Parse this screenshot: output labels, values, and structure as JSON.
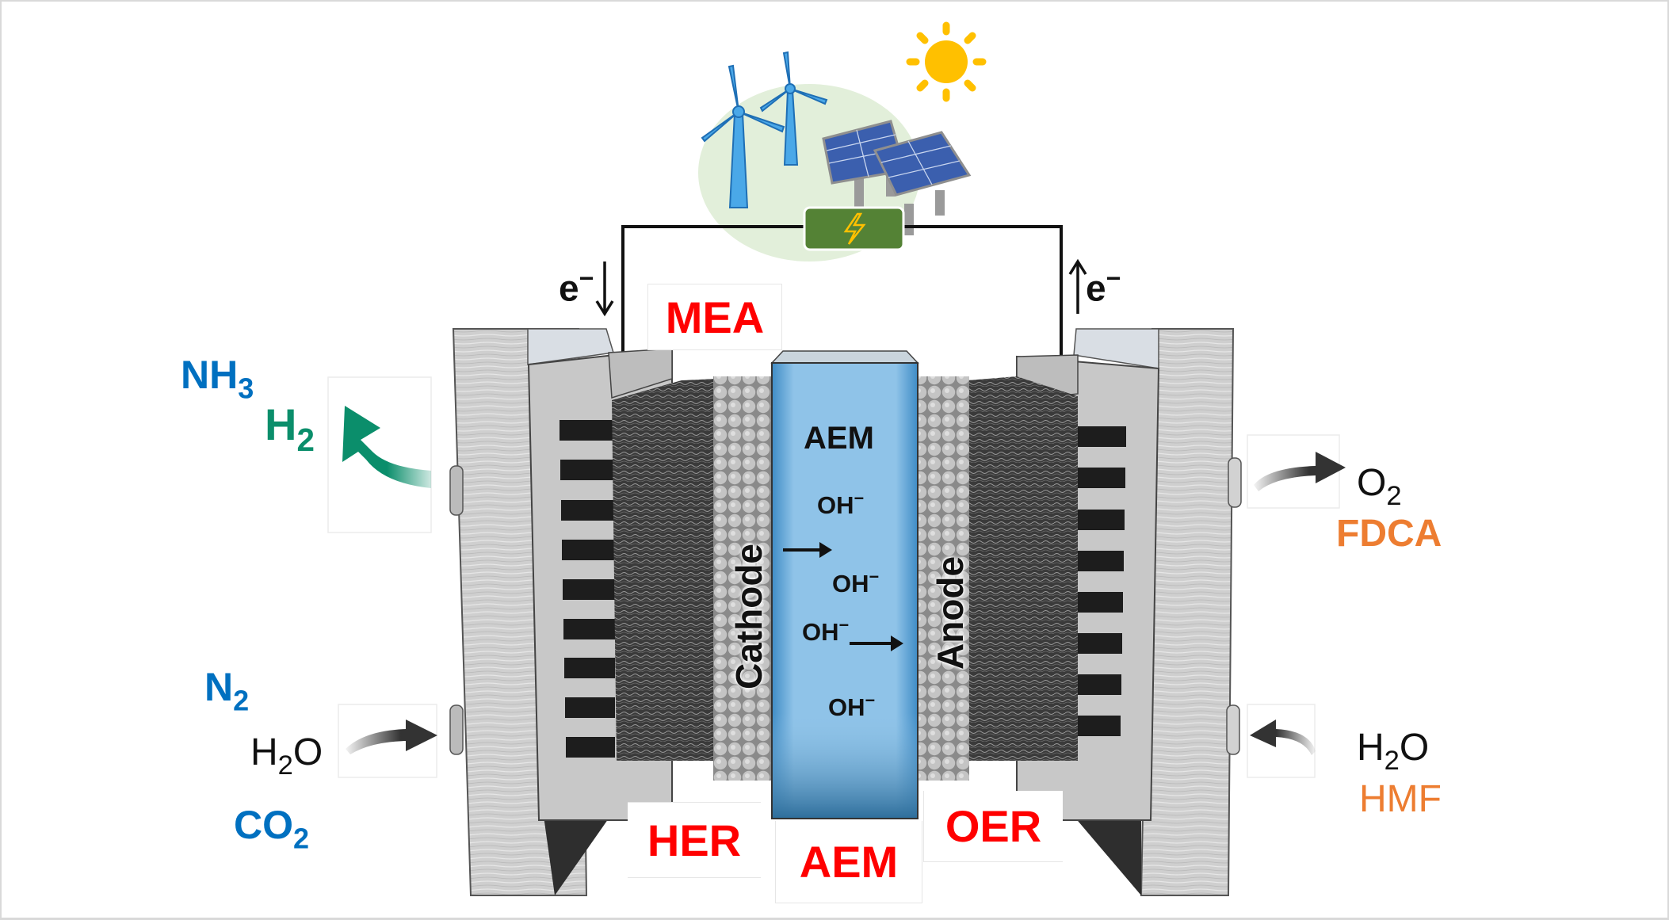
{
  "figure": {
    "title": "AEM electrolyzer (MEA) powered by renewable energy",
    "colors": {
      "label_red": "#ff0000",
      "species_blue": "#0070c0",
      "hydrogen_green": "#0b8e6b",
      "product_orange": "#ed7d31",
      "membrane_blue": "#5aa9dd",
      "energy_bg": "#e2efda",
      "battery_green": "#548235",
      "sun_yellow": "#ffc000"
    },
    "power_source": {
      "icons": [
        "wind-turbine-icon",
        "wind-turbine-icon",
        "solar-panel-icon",
        "solar-panel-icon",
        "sun-icon",
        "battery-lightning-icon"
      ]
    },
    "electron_left": {
      "symbol": "e",
      "charge": "−",
      "direction": "down"
    },
    "electron_right": {
      "symbol": "e",
      "charge": "−",
      "direction": "up"
    },
    "labels": {
      "mea": "MEA",
      "her": "HER",
      "oer": "OER",
      "aem_bottom": "AEM",
      "aem_membrane": "AEM",
      "cathode": "Cathode",
      "anode": "Anode"
    },
    "ions": [
      {
        "base": "OH",
        "charge": "−"
      },
      {
        "base": "OH",
        "charge": "−"
      },
      {
        "base": "OH",
        "charge": "−"
      },
      {
        "base": "OH",
        "charge": "−"
      }
    ],
    "cathode_side": {
      "outputs": [
        {
          "base": "NH",
          "sub": "3"
        },
        {
          "base": "H",
          "sub": "2"
        }
      ],
      "inputs": [
        {
          "base": "N",
          "sub": "2"
        },
        {
          "base": "H",
          "sub": "2",
          "tail": "O"
        },
        {
          "base": "CO",
          "sub": "2"
        }
      ]
    },
    "anode_side": {
      "outputs": [
        {
          "base": "O",
          "sub": "2"
        },
        {
          "text": "FDCA"
        }
      ],
      "inputs": [
        {
          "base": "H",
          "sub": "2",
          "tail": "O"
        },
        {
          "text": "HMF"
        }
      ]
    }
  }
}
